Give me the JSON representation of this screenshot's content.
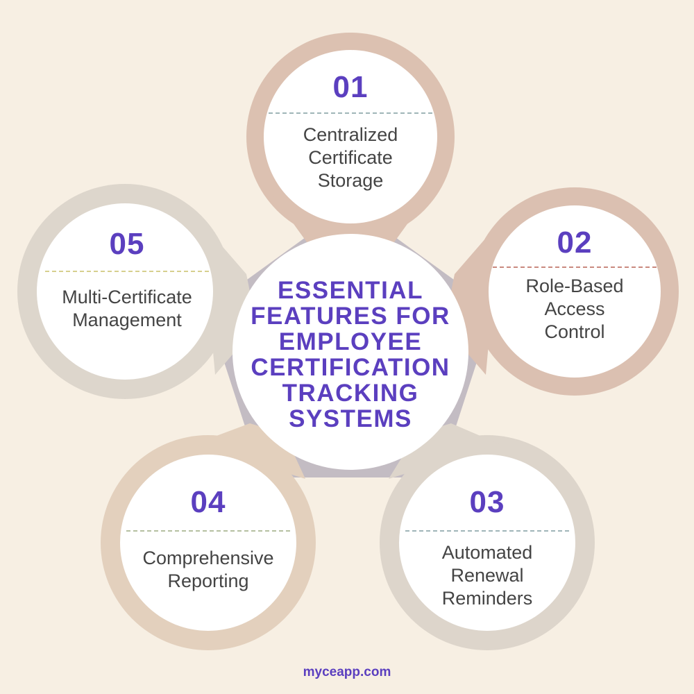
{
  "title": "ESSENTIAL FEATURES FOR EMPLOYEE CERTIFICATION TRACKING SYSTEMS",
  "title_lines": [
    "ESSENTIAL",
    "FEATURES FOR",
    "EMPLOYEE",
    "CERTIFICATION",
    "TRACKING",
    "SYSTEMS"
  ],
  "colors": {
    "background": "#f7efe3",
    "accent": "#5b3fbf",
    "body_text": "#444444",
    "pentagon": "#c3bcc3",
    "center_fill": "#ffffff"
  },
  "features": [
    {
      "number": "01",
      "label_lines": [
        "Centralized",
        "Certificate",
        "Storage"
      ],
      "ring_color": "#dcc1b1",
      "separator_color": "#9fb5b8"
    },
    {
      "number": "02",
      "label_lines": [
        "Role-Based",
        "Access",
        "Control"
      ],
      "ring_color": "#dbc0b1",
      "separator_color": "#c9897f"
    },
    {
      "number": "03",
      "label_lines": [
        "Automated",
        "Renewal",
        "Reminders"
      ],
      "ring_color": "#ddd5cb",
      "separator_color": "#9fb5b8"
    },
    {
      "number": "04",
      "label_lines": [
        "Comprehensive",
        "Reporting"
      ],
      "ring_color": "#e3d0bd",
      "separator_color": "#b5c0a0"
    },
    {
      "number": "05",
      "label_lines": [
        "Multi-Certificate",
        "Management"
      ],
      "ring_color": "#ddd6cc",
      "separator_color": "#d6cf8e"
    }
  ],
  "footer": {
    "text": "myceapp.com"
  }
}
